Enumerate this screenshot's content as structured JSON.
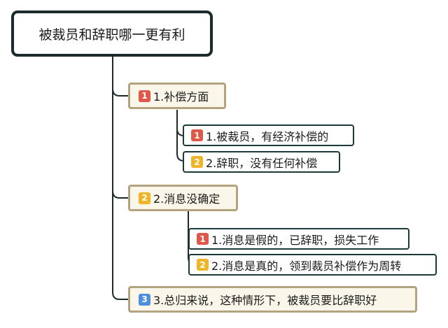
{
  "root": {
    "label": "被裁员和辞职哪一更有利"
  },
  "badge_colors": {
    "1": "#e0584a",
    "2": "#f0b428",
    "3": "#4f8fe0"
  },
  "branches": [
    {
      "badge": "1",
      "label": "1.补偿方面",
      "children": [
        {
          "badge": "1",
          "label": "1.被裁员，有经济补偿的"
        },
        {
          "badge": "2",
          "label": "2.辞职，没有任何补偿"
        }
      ]
    },
    {
      "badge": "2",
      "label": "2.消息没确定",
      "children": [
        {
          "badge": "1",
          "label": "1.消息是假的，已辞职，损失工作"
        },
        {
          "badge": "2",
          "label": "2.消息是真的，领到裁员补偿作为周转"
        }
      ]
    },
    {
      "badge": "3",
      "label": "3.总归来说，这种情形下，被裁员要比辞职好"
    }
  ]
}
